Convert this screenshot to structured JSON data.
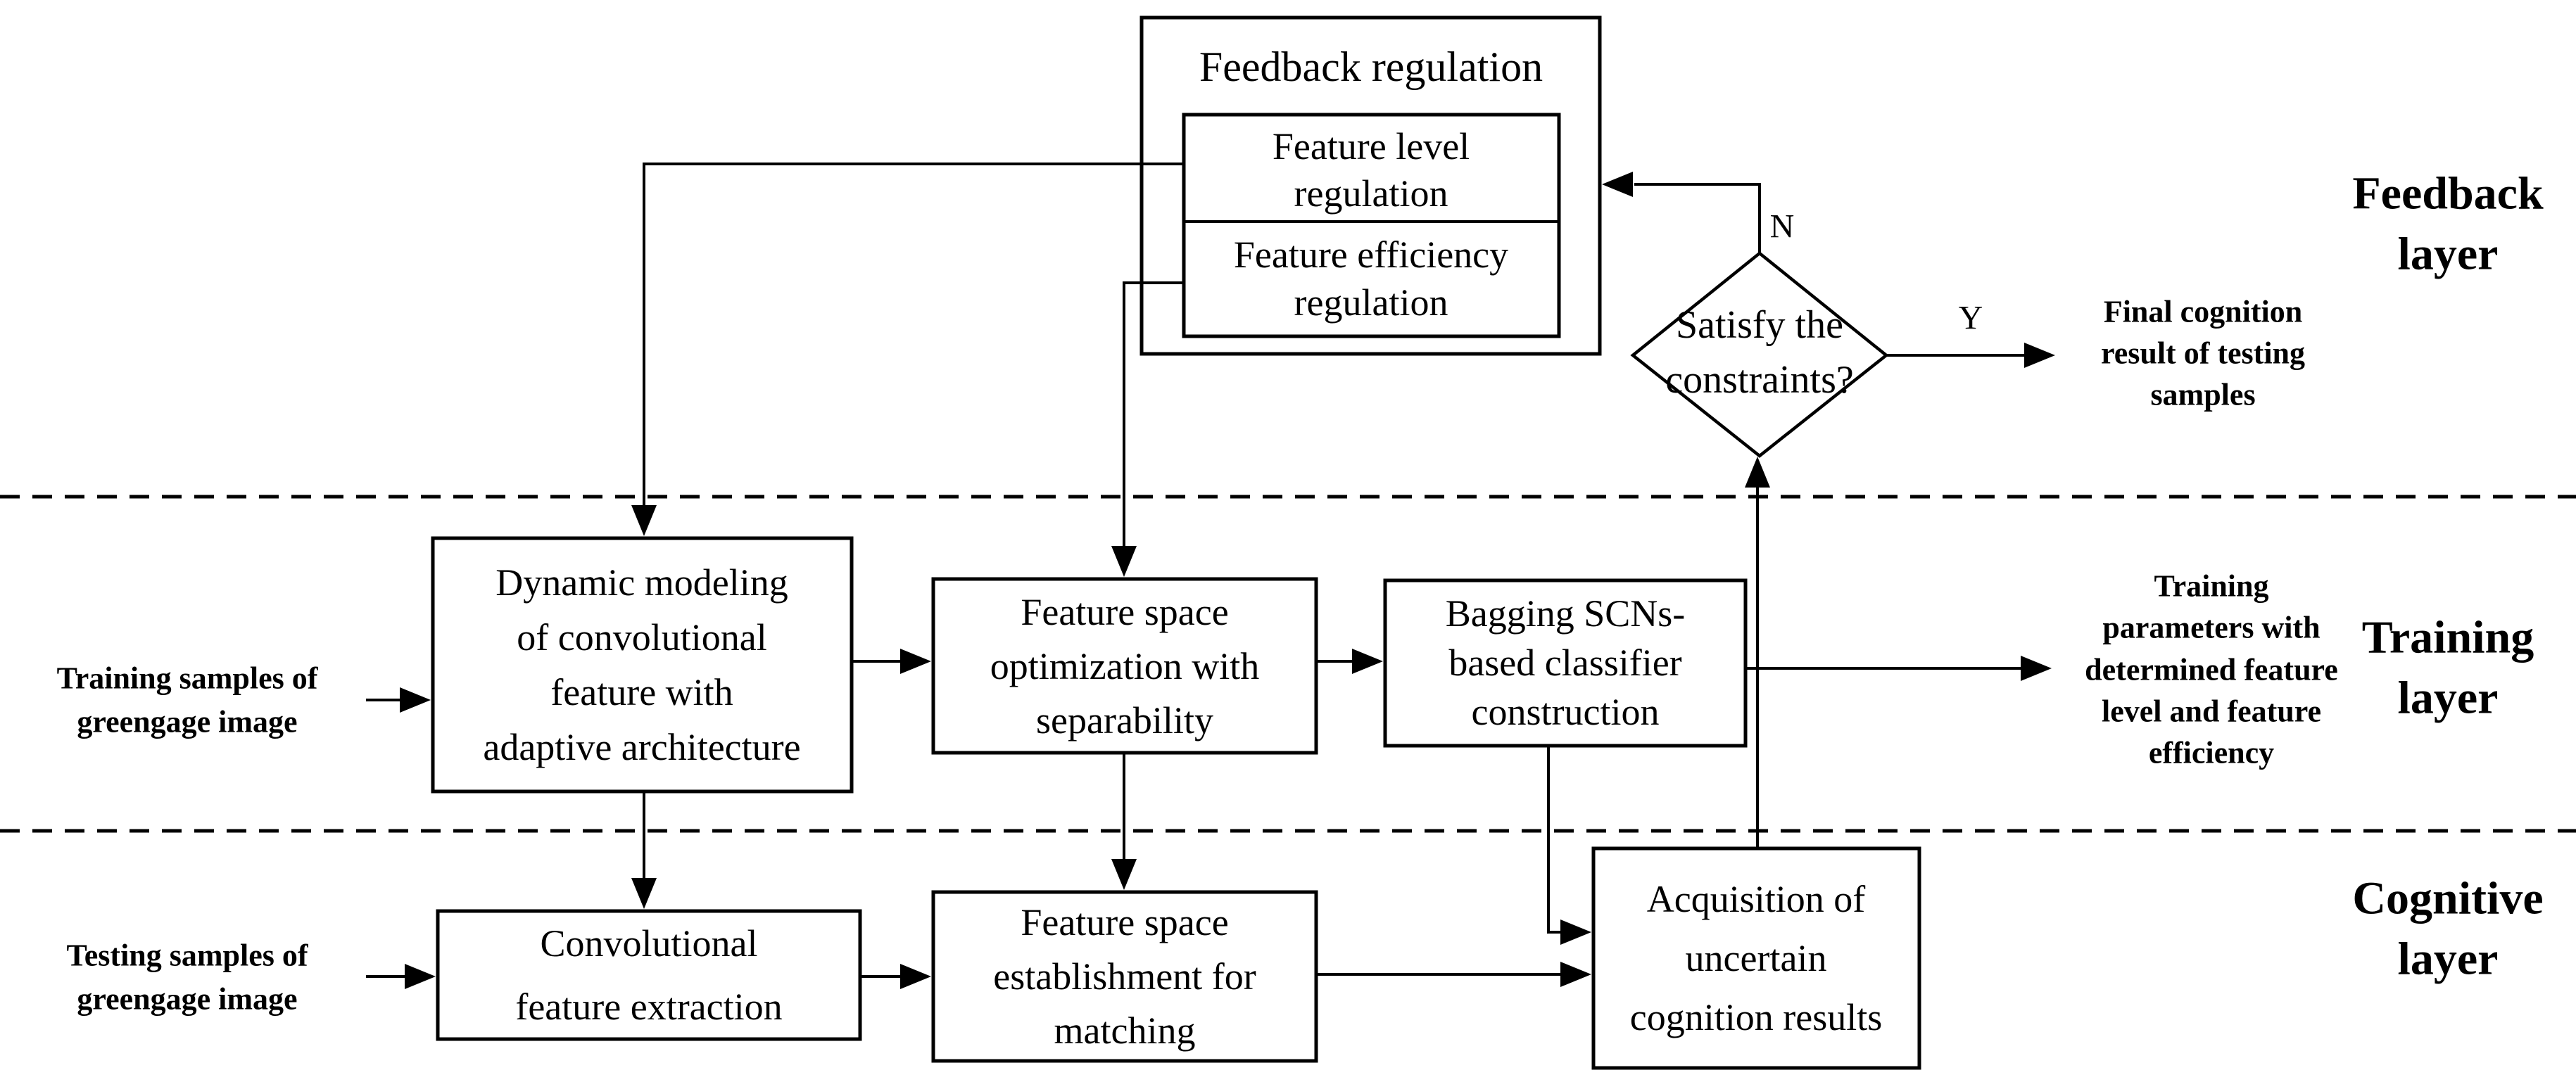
{
  "feedback_box": {
    "title": "Feedback regulation",
    "rows": [
      {
        "lines": [
          "Feature level",
          "regulation"
        ]
      },
      {
        "lines": [
          "Feature efficiency",
          "regulation"
        ]
      }
    ]
  },
  "decision": {
    "lines": [
      "Satisfy the",
      "constraints?"
    ],
    "no_label": "N",
    "yes_label": "Y"
  },
  "process_boxes": {
    "dynamic_modeling": {
      "lines": [
        "Dynamic modeling",
        "of convolutional",
        "feature with",
        "adaptive architecture"
      ]
    },
    "feature_space_optimization": {
      "lines": [
        "Feature space",
        "optimization with",
        "separability"
      ]
    },
    "bagging_classifier": {
      "lines": [
        "Bagging SCNs-",
        "based classifier",
        "construction"
      ]
    },
    "convolutional_extraction": {
      "lines": [
        "Convolutional",
        "feature extraction"
      ]
    },
    "feature_space_establishment": {
      "lines": [
        "Feature space",
        "establishment for",
        "matching"
      ]
    },
    "acquisition_results": {
      "lines": [
        "Acquisition of",
        "uncertain",
        "cognition results"
      ]
    }
  },
  "annotations": {
    "training_input": {
      "lines": [
        "Training samples of",
        "greengage image"
      ]
    },
    "testing_input": {
      "lines": [
        "Testing samples of",
        "greengage image"
      ]
    },
    "final_output": {
      "lines": [
        "Final cognition",
        "result of testing",
        "samples"
      ]
    },
    "training_output": {
      "lines": [
        "Training",
        "parameters with",
        "determined feature",
        "level and feature",
        "efficiency"
      ]
    }
  },
  "layer_labels": {
    "feedback": {
      "lines": [
        "Feedback",
        "layer"
      ]
    },
    "training": {
      "lines": [
        "Training",
        "layer"
      ]
    },
    "cognitive": {
      "lines": [
        "Cognitive",
        "layer"
      ]
    }
  },
  "colors": {
    "stroke": "#000000",
    "background": "#ffffff"
  }
}
